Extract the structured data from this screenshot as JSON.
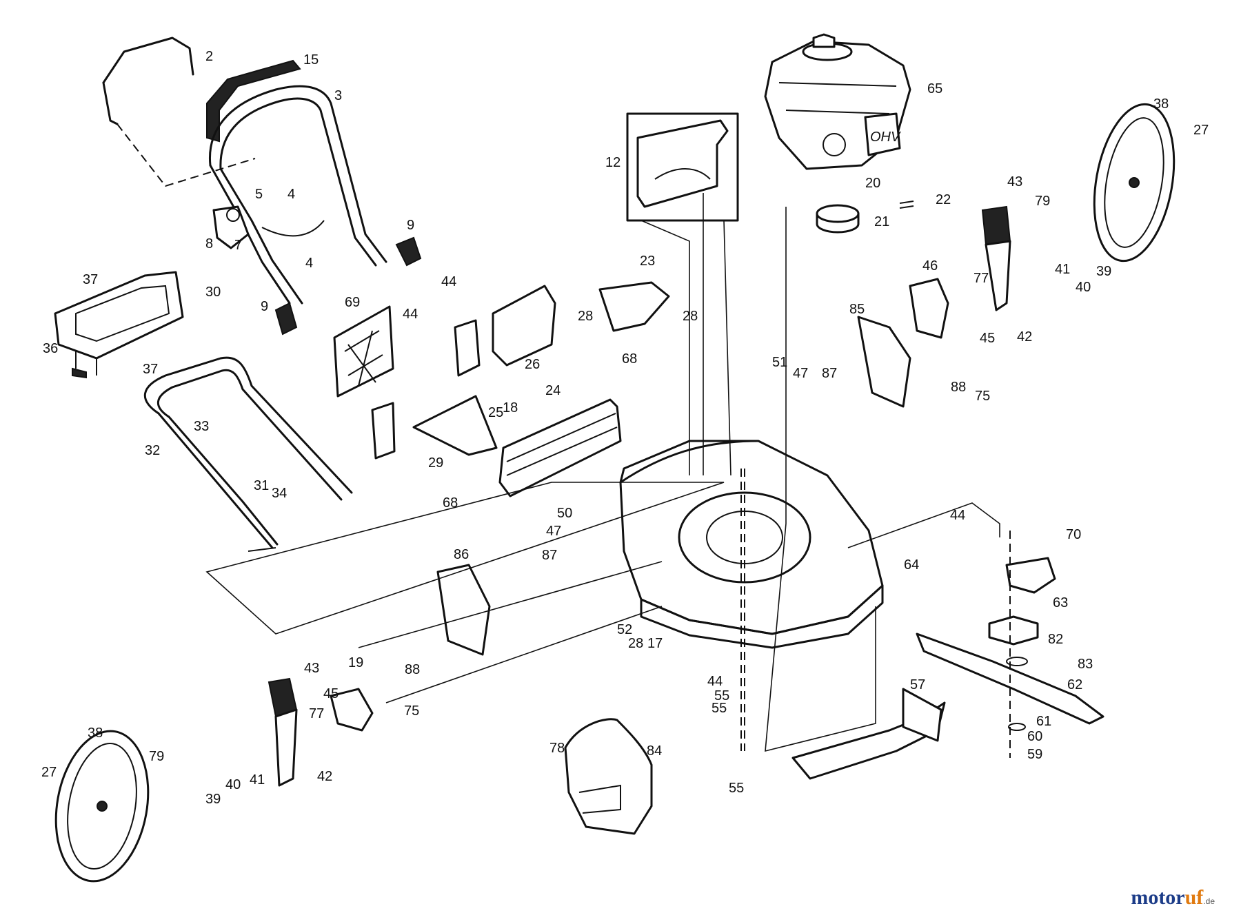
{
  "diagram": {
    "callouts": [
      "2",
      "15",
      "3",
      "5",
      "4",
      "8",
      "7",
      "9",
      "37",
      "4",
      "30",
      "9",
      "36",
      "37",
      "32",
      "33",
      "31",
      "34",
      "69",
      "44",
      "44",
      "26",
      "23",
      "28",
      "28",
      "12",
      "65",
      "20",
      "21",
      "22",
      "38",
      "27",
      "43",
      "79",
      "77",
      "46",
      "45",
      "42",
      "41",
      "40",
      "39",
      "85",
      "51",
      "47",
      "87",
      "88",
      "75",
      "24",
      "68",
      "18",
      "25",
      "29",
      "68",
      "50",
      "47",
      "87",
      "86",
      "44",
      "64",
      "70",
      "63",
      "82",
      "83",
      "62",
      "61",
      "60",
      "59",
      "52",
      "28",
      "17",
      "44",
      "55",
      "55",
      "57",
      "55",
      "43",
      "19",
      "88",
      "75",
      "77",
      "45",
      "42",
      "38",
      "79",
      "41",
      "40",
      "39",
      "27",
      "78",
      "84"
    ]
  },
  "watermark": {
    "brand_main": "motor",
    "brand_accent": "uf",
    "brand_suffix": ".de",
    "main_color": "#1c3c88",
    "accent_color": "#e07a10"
  }
}
